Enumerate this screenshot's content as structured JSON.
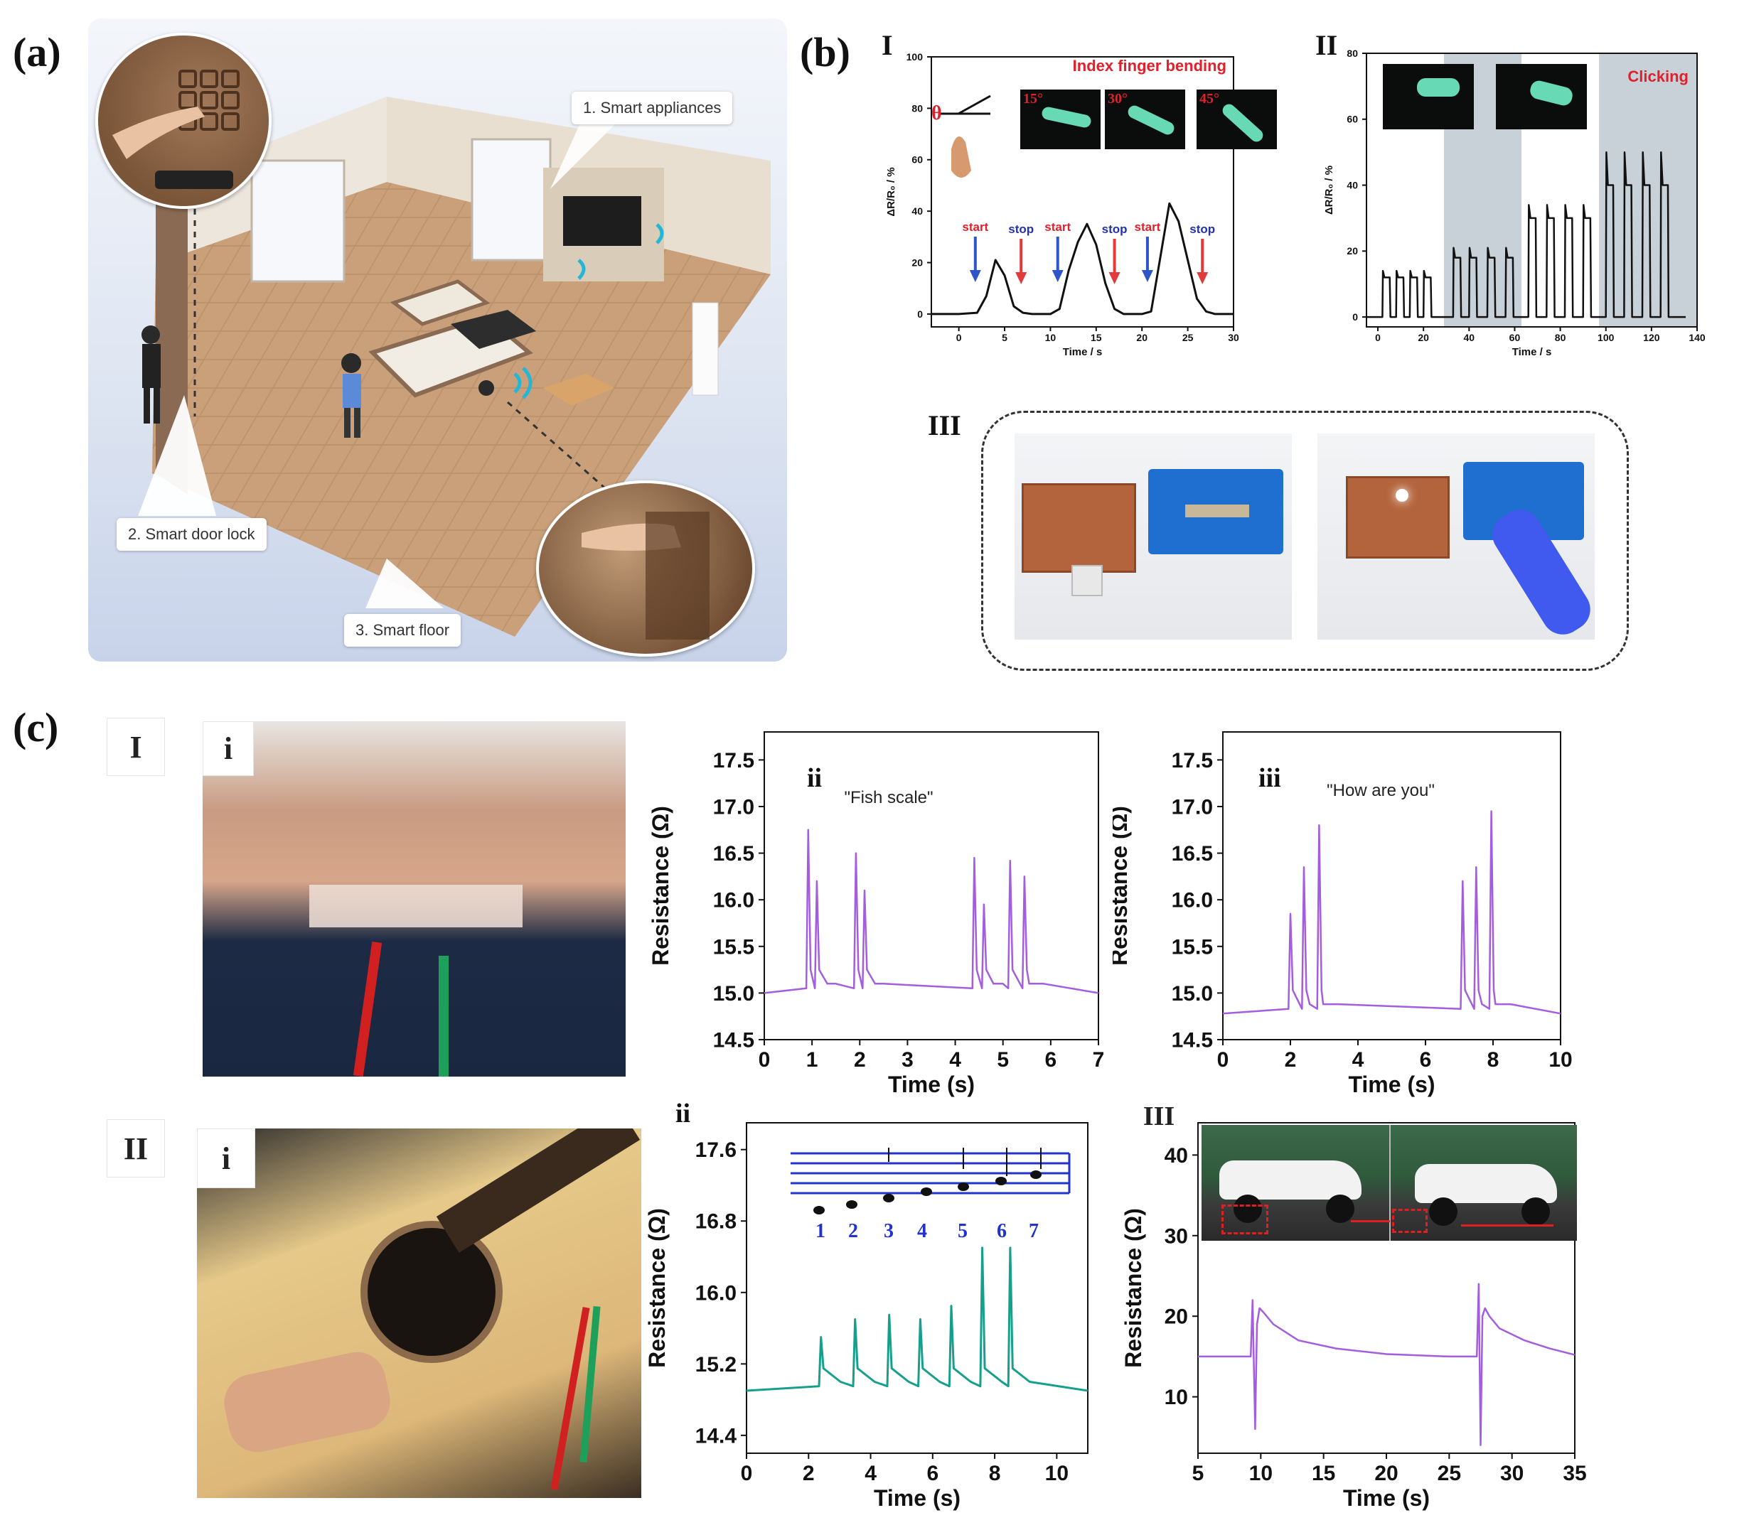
{
  "panel_a": {
    "label": "(a)",
    "callouts": [
      "1. Smart appliances",
      "2. Smart door lock",
      "3. Smart floor"
    ]
  },
  "panel_b": {
    "label": "(b)",
    "sub_I": "I",
    "sub_II": "II",
    "sub_III": "III",
    "theta": "θ",
    "angle_labels": [
      "15°",
      "30°",
      "45°"
    ]
  },
  "panel_c": {
    "label": "(c)",
    "row_I": "I",
    "row_II": "II",
    "photo_I_tag": "i",
    "photo_II_tag": "i",
    "tag_ii_top": "ii",
    "tag_iii_top": "iii",
    "tag_ii_bottom": "ii",
    "tag_III_bottom": "III",
    "note_numbers": [
      "1",
      "2",
      "3",
      "4",
      "5",
      "6",
      "7"
    ]
  },
  "colors": {
    "purple": "#a35ee0",
    "teal": "#16a08c",
    "red_label": "#e0202b",
    "blue_label": "#2233aa",
    "arrow_blue": "#2f55c8",
    "arrow_red": "#e23a3a",
    "shade": "#c8d1d8"
  },
  "chart_data": [
    {
      "id": "b-I",
      "type": "line",
      "title": "Index finger bending",
      "xlabel": "Time / s",
      "ylabel": "ΔR/R₀ / %",
      "xlim": [
        -3,
        30
      ],
      "ylim": [
        -5,
        100
      ],
      "xticks": [
        0,
        5,
        10,
        15,
        20,
        25,
        30
      ],
      "yticks": [
        0,
        20,
        40,
        60,
        80,
        100
      ],
      "series": [
        {
          "x": [
            -3,
            0,
            2,
            3,
            4,
            5,
            6,
            7,
            8,
            9,
            10,
            11,
            12,
            13,
            14,
            15,
            16,
            17,
            18,
            19,
            20,
            21,
            22,
            23,
            24,
            25,
            26,
            27,
            28,
            30
          ],
          "values": [
            0,
            0,
            0.5,
            7,
            21,
            15,
            3,
            0.5,
            0,
            0,
            0,
            2,
            17,
            28,
            35,
            27,
            12,
            2,
            0,
            0,
            0,
            1,
            22,
            43,
            36,
            21,
            6,
            1,
            0,
            0
          ]
        }
      ],
      "annotations": [
        {
          "text": "start",
          "x": 1.8,
          "color": "red"
        },
        {
          "text": "stop",
          "x": 6.8,
          "color": "blue"
        },
        {
          "text": "start",
          "x": 10.8,
          "color": "red"
        },
        {
          "text": "stop",
          "x": 17.0,
          "color": "blue"
        },
        {
          "text": "start",
          "x": 20.6,
          "color": "red"
        },
        {
          "text": "stop",
          "x": 26.6,
          "color": "blue"
        }
      ]
    },
    {
      "id": "b-II",
      "type": "line",
      "title": "Clicking",
      "xlabel": "Time / s",
      "ylabel": "ΔR/R₀ / %",
      "xlim": [
        -5,
        140
      ],
      "ylim": [
        -3,
        80
      ],
      "xticks": [
        0,
        20,
        40,
        60,
        80,
        100,
        120,
        140
      ],
      "yticks": [
        0,
        20,
        40,
        60,
        80
      ],
      "shaded_ranges": [
        [
          29,
          63
        ],
        [
          97,
          140
        ]
      ],
      "pulse_groups": [
        {
          "starts": [
            2,
            8,
            14,
            20
          ],
          "peak": 14,
          "plateau": 12
        },
        {
          "starts": [
            33,
            40,
            48,
            56
          ],
          "peak": 21,
          "plateau": 18
        },
        {
          "starts": [
            66,
            74,
            82,
            90
          ],
          "peak": 34,
          "plateau": 30
        },
        {
          "starts": [
            100,
            108,
            116,
            124
          ],
          "peak": 50,
          "plateau": 40
        }
      ]
    },
    {
      "id": "c-I-ii",
      "type": "line",
      "title": "\"Fish scale\"",
      "xlabel": "Time (s)",
      "ylabel": "Resistance (Ω)",
      "xlim": [
        0,
        7
      ],
      "ylim": [
        14.5,
        17.8
      ],
      "xticks": [
        0,
        1,
        2,
        3,
        4,
        5,
        6,
        7
      ],
      "yticks": [
        14.5,
        15.0,
        15.5,
        16.0,
        16.5,
        17.0,
        17.5
      ],
      "baseline": 15.0,
      "peaks": [
        [
          0.92,
          16.75
        ],
        [
          1.1,
          16.2
        ],
        [
          1.92,
          16.5
        ],
        [
          2.1,
          16.1
        ],
        [
          4.4,
          16.45
        ],
        [
          4.6,
          15.95
        ],
        [
          5.15,
          16.42
        ],
        [
          5.45,
          16.25
        ]
      ],
      "series": [
        {
          "name": "",
          "color": "purple"
        }
      ]
    },
    {
      "id": "c-I-iii",
      "type": "line",
      "title": "\"How are you\"",
      "xlabel": "Time (s)",
      "ylabel": "Resistance (Ω)",
      "xlim": [
        0,
        10
      ],
      "ylim": [
        14.5,
        17.8
      ],
      "xticks": [
        0,
        2,
        4,
        6,
        8,
        10
      ],
      "yticks": [
        14.5,
        15.0,
        15.5,
        16.0,
        16.5,
        17.0,
        17.5
      ],
      "baseline": 14.78,
      "peaks": [
        [
          2.0,
          15.85
        ],
        [
          2.4,
          16.35
        ],
        [
          2.85,
          16.8
        ],
        [
          7.1,
          16.2
        ],
        [
          7.5,
          16.35
        ],
        [
          7.95,
          16.95
        ]
      ],
      "series": [
        {
          "name": "",
          "color": "purple"
        }
      ]
    },
    {
      "id": "c-II-ii",
      "type": "line",
      "xlabel": "Time (s)",
      "ylabel": "Resistance (Ω)",
      "xlim": [
        0,
        11
      ],
      "ylim": [
        14.2,
        17.9
      ],
      "xticks": [
        0,
        2,
        4,
        6,
        8,
        10
      ],
      "yticks": [
        14.4,
        15.2,
        16.0,
        16.8,
        17.6
      ],
      "baseline": 14.9,
      "peaks": [
        [
          2.4,
          15.5
        ],
        [
          3.5,
          15.7
        ],
        [
          4.6,
          15.75
        ],
        [
          5.6,
          15.7
        ],
        [
          6.6,
          15.85
        ],
        [
          7.6,
          16.5
        ],
        [
          8.5,
          16.5
        ]
      ],
      "series": [
        {
          "name": "",
          "color": "teal"
        }
      ]
    },
    {
      "id": "c-II-III",
      "type": "line",
      "xlabel": "Time (s)",
      "ylabel": "Resistance (Ω)",
      "xlim": [
        5,
        35
      ],
      "ylim": [
        3,
        44
      ],
      "xticks": [
        5,
        10,
        15,
        20,
        25,
        30,
        35
      ],
      "yticks": [
        10,
        20,
        30,
        40
      ],
      "series": [
        {
          "name": "",
          "color": "purple",
          "x": [
            5,
            9.2,
            9.35,
            9.55,
            9.7,
            9.9,
            10.2,
            11,
            13,
            16,
            20,
            25,
            27.2,
            27.35,
            27.5,
            27.65,
            27.85,
            28.2,
            29,
            31,
            33,
            35
          ],
          "values": [
            15,
            15,
            22,
            6,
            19,
            21,
            20.5,
            19,
            17,
            16,
            15.3,
            15,
            15,
            24,
            4,
            20,
            21,
            20,
            18.5,
            17,
            16,
            15.2
          ]
        }
      ]
    }
  ]
}
